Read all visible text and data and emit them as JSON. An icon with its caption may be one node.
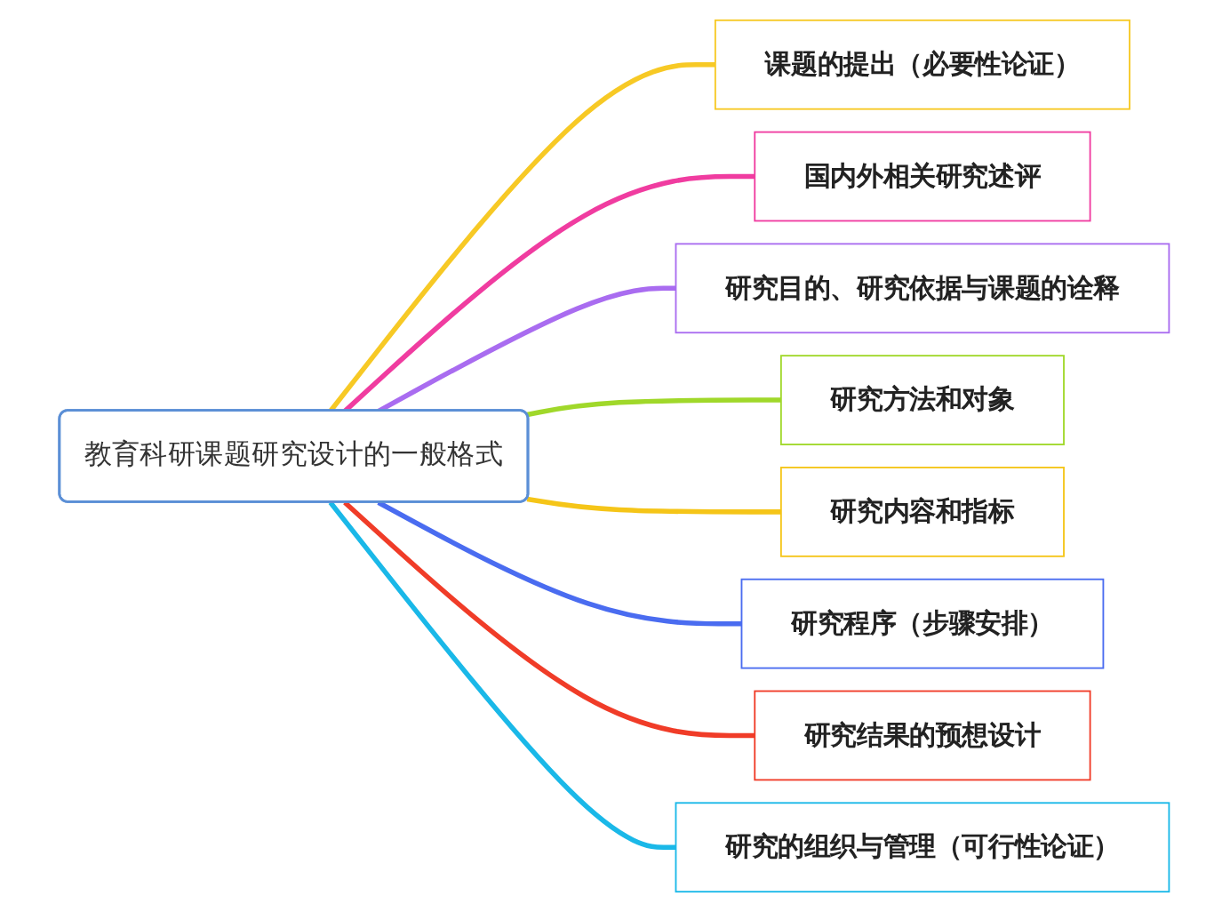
{
  "diagram": {
    "nodes": [
      {
        "text": [
          "教育科研课题研究设计的一般格式"
        ]
      },
      {
        "text": [
          "课题的提出（必要性论证）"
        ]
      },
      {
        "text": [
          "国内外相关研究述评"
        ]
      },
      {
        "text": [
          "研究目的、研究依据与课题的诠释"
        ]
      },
      {
        "text": [
          "研究方法和对象"
        ]
      },
      {
        "text": [
          "研究内容和指标"
        ]
      },
      {
        "text": [
          "研究程序（步骤安排）"
        ]
      },
      {
        "text": [
          "研究结果的预想设计"
        ]
      },
      {
        "text": [
          "研究的组织与管理（可行性论证）"
        ]
      }
    ],
    "edges": [
      {
        "from": 0,
        "to": 1,
        "arrow": "none",
        "color": "#f7c925"
      },
      {
        "from": 0,
        "to": 2,
        "arrow": "none",
        "color": "#f03ca0"
      },
      {
        "from": 0,
        "to": 3,
        "arrow": "none",
        "color": "#a96cf0"
      },
      {
        "from": 0,
        "to": 4,
        "arrow": "none",
        "color": "#a0d82a"
      },
      {
        "from": 0,
        "to": 5,
        "arrow": "none",
        "color": "#f5c518"
      },
      {
        "from": 0,
        "to": 6,
        "arrow": "none",
        "color": "#4a6cf0"
      },
      {
        "from": 0,
        "to": 7,
        "arrow": "none",
        "color": "#f03c28"
      },
      {
        "from": 0,
        "to": 8,
        "arrow": "none",
        "color": "#1ab8e8"
      }
    ]
  }
}
